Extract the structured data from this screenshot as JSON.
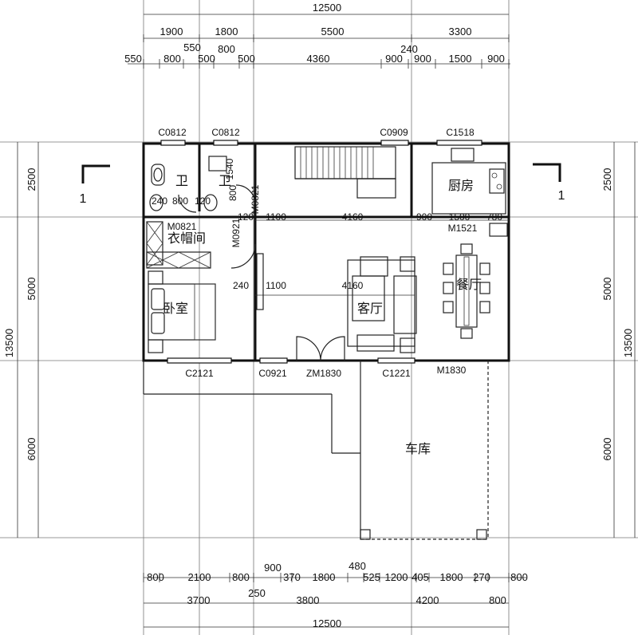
{
  "plan": {
    "rooms": {
      "bath1": "卫",
      "bath2": "卫",
      "closet": "衣帽间",
      "bedroom": "卧室",
      "kitchen": "厨房",
      "dining": "餐厅",
      "living": "客厅",
      "garage": "车库"
    },
    "section_mark": "1",
    "windows": {
      "w1": "C0812",
      "w2": "C0812",
      "w3": "C0909",
      "w4": "C1518",
      "w5": "C2121",
      "w6": "C0921",
      "w7": "C1221"
    },
    "doors": {
      "d1": "M0821",
      "d2": "M0821",
      "d3": "M0921",
      "d4": "M1521",
      "d5": "ZM1830",
      "d6": "M1830"
    },
    "inner_dims": {
      "a": "240",
      "b": "800",
      "c": "120",
      "d": "800",
      "e": "1540",
      "f": "120",
      "g": "1100",
      "h": "4160",
      "i": "900",
      "j": "1500",
      "k": "780",
      "l": "240",
      "m": "1100",
      "n": "4160"
    },
    "dims_top": {
      "total": "12500",
      "r2": [
        "1900",
        "1800",
        "5500",
        "3300"
      ],
      "r2_extra": "240",
      "r1": [
        "550",
        "800",
        "550",
        "500",
        "800",
        "500",
        "4360",
        "900",
        "900",
        "1500",
        "900"
      ]
    },
    "dims_bottom": {
      "r1": [
        "800",
        "2100",
        "800",
        "900",
        "370",
        "1800",
        "480",
        "525",
        "1200",
        "405",
        "1800",
        "270",
        "800"
      ],
      "r2": [
        "3700",
        "250",
        "3800",
        "4200",
        "800"
      ],
      "total": "12500"
    },
    "dims_side": {
      "left": [
        "2500",
        "5000",
        "6000"
      ],
      "left_total": "13500",
      "right": [
        "2500",
        "5000",
        "6000"
      ],
      "right_total": "13500"
    }
  }
}
